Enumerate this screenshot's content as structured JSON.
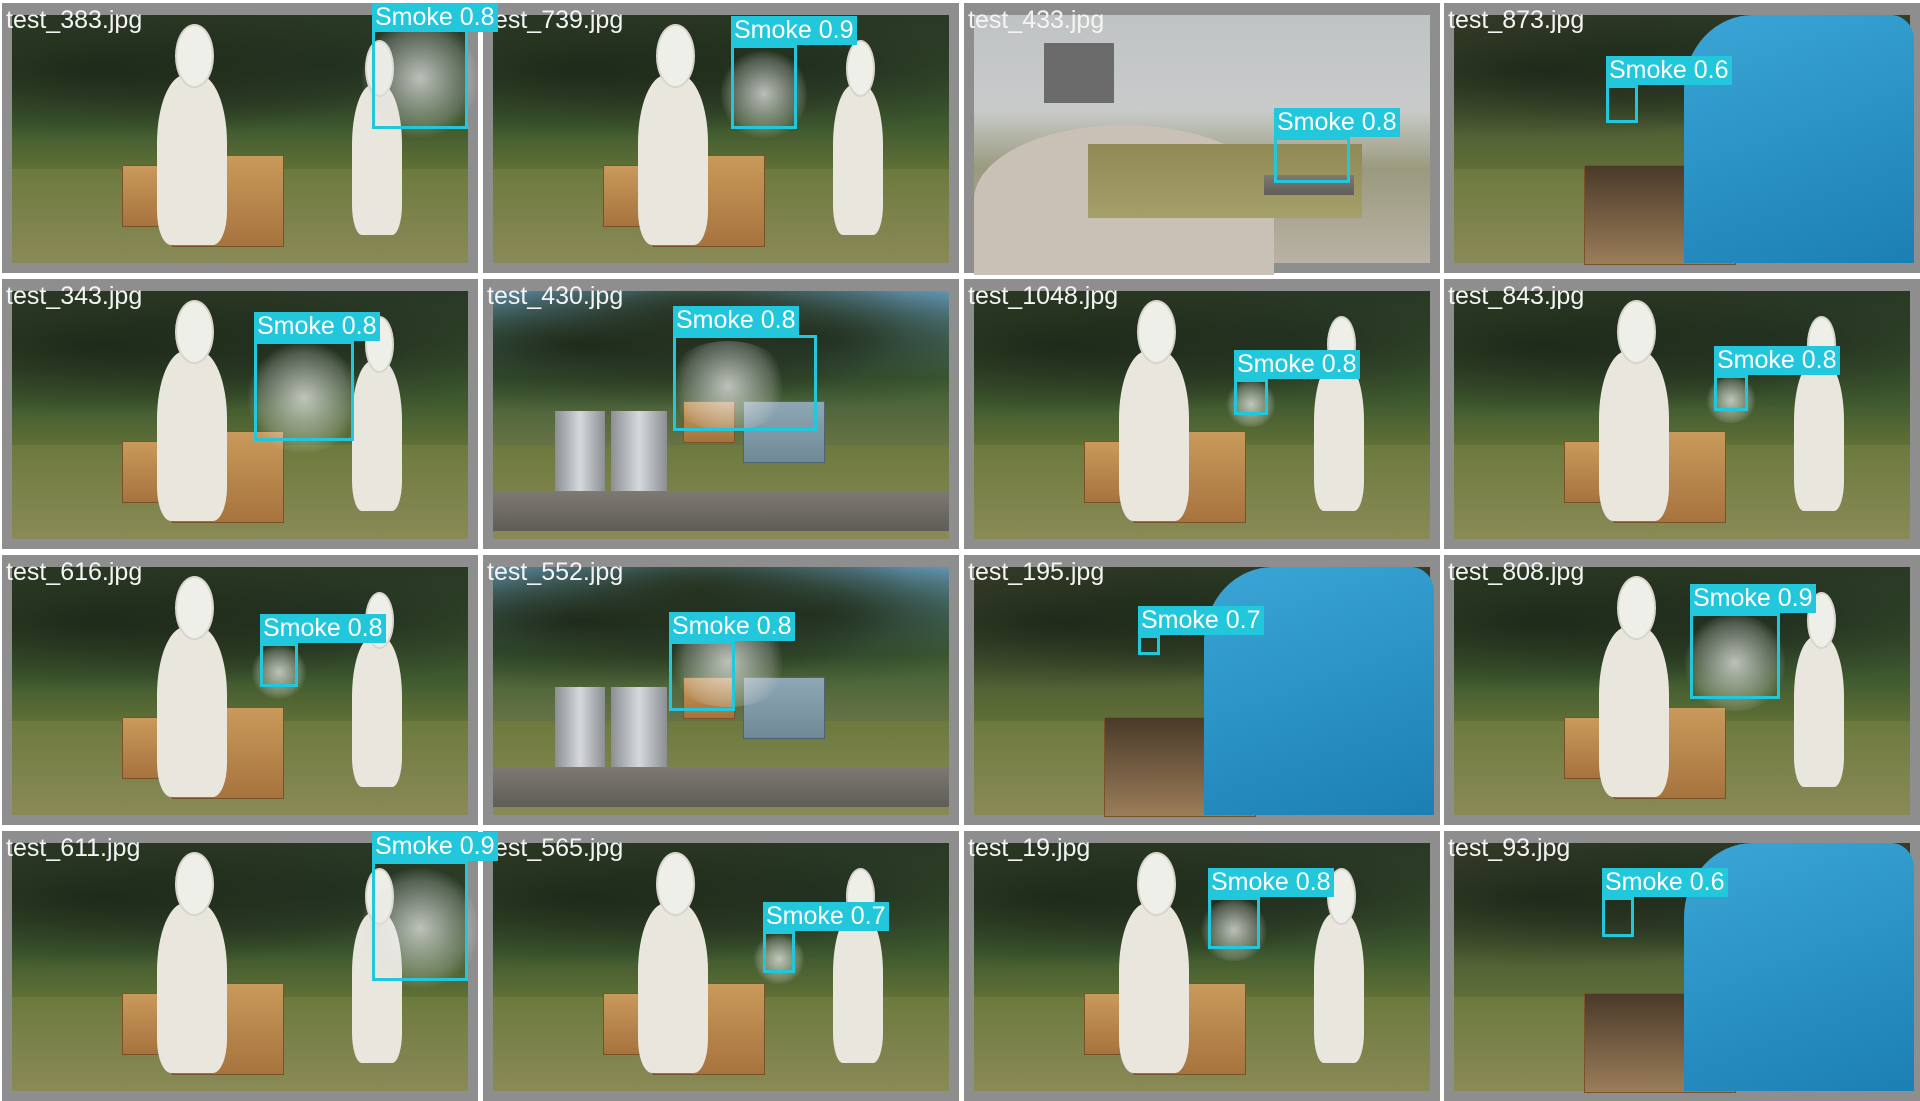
{
  "colors": {
    "detection_box": "#22c7dc",
    "cell_border": "#8e8e8e",
    "filename_text": "#f4f4f4",
    "label_text": "#ffffff"
  },
  "images": [
    {
      "filename": "test_383.jpg",
      "detections": [
        {
          "label": "Smoke 0.8"
        }
      ]
    },
    {
      "filename": "test_739.jpg",
      "detections": [
        {
          "label": "Smoke 0.9"
        }
      ]
    },
    {
      "filename": "test_433.jpg",
      "detections": [
        {
          "label": "Smoke 0.8"
        }
      ]
    },
    {
      "filename": "test_873.jpg",
      "detections": [
        {
          "label": "Smoke 0.6"
        }
      ]
    },
    {
      "filename": "test_343.jpg",
      "detections": [
        {
          "label": "Smoke 0.8"
        }
      ]
    },
    {
      "filename": "test_430.jpg",
      "detections": [
        {
          "label": "Smoke 0.8"
        }
      ]
    },
    {
      "filename": "test_1048.jpg",
      "detections": [
        {
          "label": "Smoke 0.8"
        }
      ]
    },
    {
      "filename": "test_843.jpg",
      "detections": [
        {
          "label": "Smoke 0.8"
        }
      ]
    },
    {
      "filename": "test_616.jpg",
      "detections": [
        {
          "label": "Smoke 0.8"
        }
      ]
    },
    {
      "filename": "test_552.jpg",
      "detections": [
        {
          "label": "Smoke 0.8"
        }
      ]
    },
    {
      "filename": "test_195.jpg",
      "detections": [
        {
          "label": "Smoke 0.7"
        }
      ]
    },
    {
      "filename": "test_808.jpg",
      "detections": [
        {
          "label": "Smoke 0.9"
        }
      ]
    },
    {
      "filename": "test_611.jpg",
      "detections": [
        {
          "label": "Smoke 0.9"
        }
      ]
    },
    {
      "filename": "test_565.jpg",
      "detections": [
        {
          "label": "Smoke 0.7"
        }
      ]
    },
    {
      "filename": "test_19.jpg",
      "detections": [
        {
          "label": "Smoke 0.8"
        }
      ]
    },
    {
      "filename": "test_93.jpg",
      "detections": [
        {
          "label": "Smoke 0.6"
        }
      ]
    }
  ]
}
